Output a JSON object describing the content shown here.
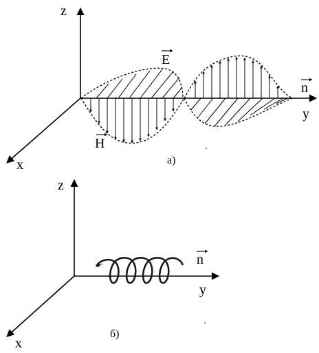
{
  "diagram_a": {
    "axis_z": "z",
    "axis_y": "y",
    "axis_x": "x",
    "vector_n": "n",
    "vector_E": "E",
    "vector_H": "H",
    "caption": "a)"
  },
  "diagram_b": {
    "axis_z": "z",
    "axis_y": "y",
    "axis_x": "x",
    "vector_n": "n",
    "caption": "б)"
  },
  "colors": {
    "ink": "#000000",
    "background": "#ffffff"
  }
}
